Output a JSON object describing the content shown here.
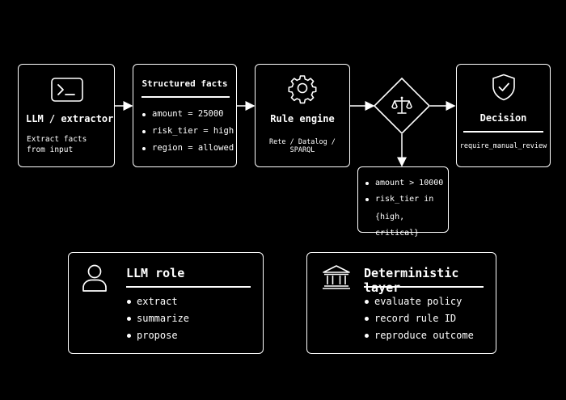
{
  "llm_extractor": {
    "title": "LLM / extractor",
    "subtitle_line1": "Extract facts",
    "subtitle_line2": "from input",
    "icon": "terminal-icon"
  },
  "structured_facts": {
    "title": "Structured facts",
    "items": [
      "amount = 25000",
      "risk_tier = high",
      "region = allowed"
    ]
  },
  "rule_engine": {
    "title": "Rule engine",
    "subtitle": "Rete / Datalog / SPARQL",
    "icon": "gear-icon"
  },
  "condition": {
    "icon": "scales-icon",
    "line1": "amount > 10000",
    "line2": "risk_tier in",
    "line3": "{high, critical}"
  },
  "decision": {
    "title": "Decision",
    "value": "require_manual_review",
    "icon": "shield-check-icon"
  },
  "llm_role": {
    "title": "LLM role",
    "icon": "user-icon",
    "items": [
      "extract",
      "summarize",
      "propose"
    ]
  },
  "deterministic_layer": {
    "title": "Deterministic layer",
    "icon": "institution-icon",
    "items": [
      "evaluate policy",
      "record rule ID",
      "reproduce outcome"
    ]
  },
  "colors": {
    "background": "#000000",
    "foreground": "#ffffff"
  }
}
